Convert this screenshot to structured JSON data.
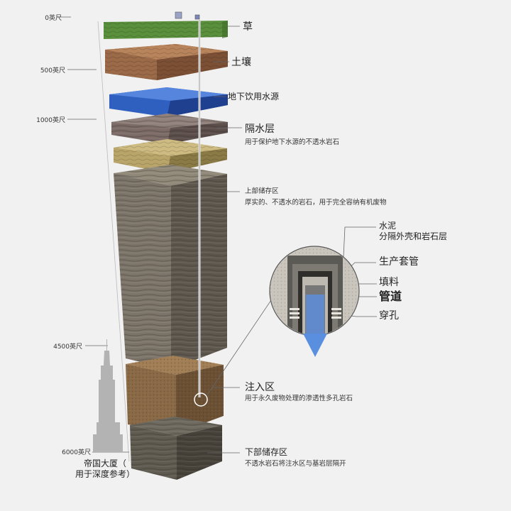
{
  "depth_labels": {
    "d0": "0英尺",
    "d500": "500英尺",
    "d1000": "1000英尺",
    "d4500": "4500英尺",
    "d6000": "6000英尺"
  },
  "layers": {
    "grass": "草",
    "soil": "土壤",
    "water": "地下饮用水源",
    "confining_title": "隔水层",
    "confining_desc": "用于保护地下水源的不透水岩石",
    "upper_title": "上部储存区",
    "upper_desc": "厚实的、不透水的岩石，用于完全容纳有机废物",
    "injection_title": "注入区",
    "injection_desc": "用于永久废物处理的渗透性多孔岩石",
    "lower_title": "下部储存区",
    "lower_desc": "不透水岩石将注水区与基岩层隔开"
  },
  "well_detail": {
    "cement_title": "水泥",
    "cement_desc": "分隔外壳和岩石层",
    "casing": "生产套管",
    "packing": "填料",
    "tubing": "管道",
    "perforation": "穿孔"
  },
  "reference": {
    "building_line1": "帝国大厦（",
    "building_line2": "用于深度参考）"
  },
  "colors": {
    "grass": "#5a8f3c",
    "soil": "#9b6a48",
    "water": "#2f5fbf",
    "confining": "#7b6a66",
    "sandstone": "#b9a56a",
    "upper_rock": "#7c7469",
    "injection": "#8a6a46",
    "lower_rock": "#5f5a50",
    "arrow": "#5a8fe0"
  }
}
